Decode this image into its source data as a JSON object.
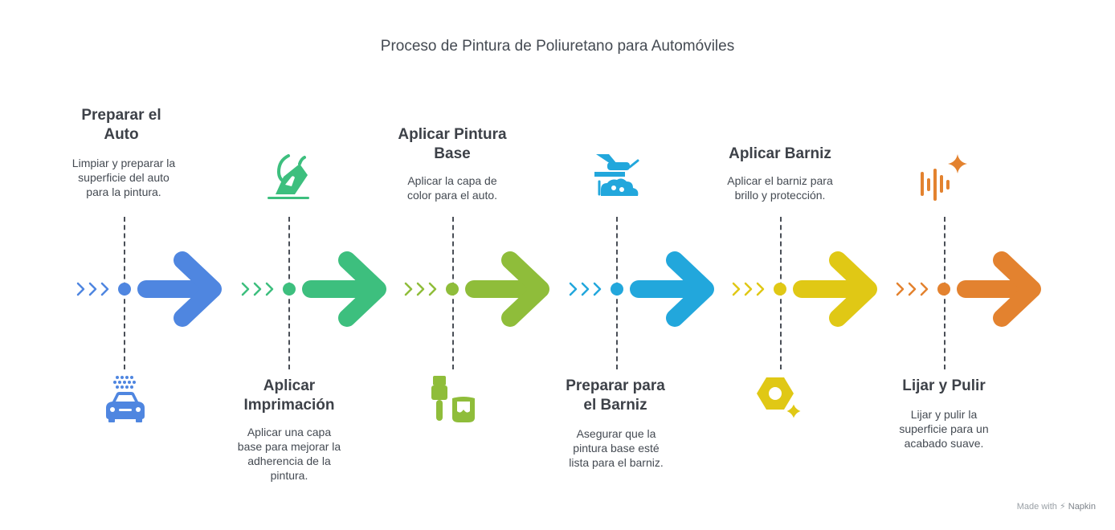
{
  "title": "Proceso de Pintura de Poliuretano para Automóviles",
  "steps": [
    {
      "title": [
        "Preparar el",
        "Auto"
      ],
      "description": [
        "Limpiar y preparar la",
        "superficie del auto",
        "para la pintura."
      ],
      "color": "#4f86e0",
      "icon": "car-wash-icon"
    },
    {
      "title": [
        "Aplicar",
        "Imprimación"
      ],
      "description": [
        "Aplicar una capa",
        "base para mejorar la",
        "adherencia de la",
        "pintura."
      ],
      "color": "#3dbf7e",
      "icon": "primer-pour-icon"
    },
    {
      "title": [
        "Aplicar Pintura",
        "Base"
      ],
      "description": [
        "Aplicar la capa de",
        "color para el auto."
      ],
      "color": "#8fbd3a",
      "icon": "paint-brush-bucket-icon"
    },
    {
      "title": [
        "Preparar para",
        "el Barniz"
      ],
      "description": [
        "Asegurar que la",
        "pintura base esté",
        "lista para el barniz."
      ],
      "color": "#22a7dc",
      "icon": "spray-clean-icon"
    },
    {
      "title": [
        "Aplicar Barniz"
      ],
      "description": [
        "Aplicar el barniz para",
        "brillo y protección."
      ],
      "color": "#e0c815",
      "icon": "shine-nut-icon"
    },
    {
      "title": [
        "Lijar y Pulir"
      ],
      "description": [
        "Lijar y pulir la",
        "superficie para un",
        "acabado suave."
      ],
      "color": "#e3822f",
      "icon": "polish-sparkle-icon"
    }
  ],
  "watermark": {
    "prefix": "Made with",
    "brand": "Napkin"
  }
}
